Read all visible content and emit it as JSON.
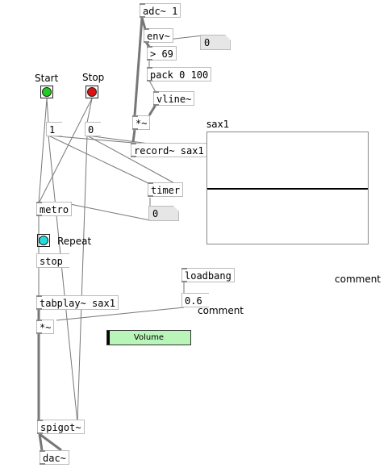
{
  "objects": {
    "adc": "adc~ 1",
    "env": "env~",
    "gt": "> 69",
    "pack": "pack 0 100",
    "vline": "vline~",
    "mul_top": "*~",
    "record": "record~ sax1",
    "timer": "timer",
    "metro": "metro",
    "tabplay": "tabplay~ sax1",
    "mul_bottom": "*~",
    "loadbang": "loadbang",
    "spigot": "spigot~",
    "dac": "dac~"
  },
  "messages": {
    "one": "1",
    "zero": "0",
    "stop": "stop",
    "volume_value": "0.6"
  },
  "number_boxes": {
    "env_out": "0",
    "timer_out": "0"
  },
  "bangs": {
    "start": {
      "label": "Start",
      "color": "#22cc22"
    },
    "stop": {
      "label": "Stop",
      "color": "#dd1111"
    },
    "repeat": {
      "label": "Repeat",
      "color": "#22dddd"
    }
  },
  "array": {
    "name": "sax1",
    "level": 0.0
  },
  "slider": {
    "label": "Volume",
    "color": "#b9f5b9",
    "value": 0.0
  },
  "comments": [
    "comment",
    "comment"
  ]
}
